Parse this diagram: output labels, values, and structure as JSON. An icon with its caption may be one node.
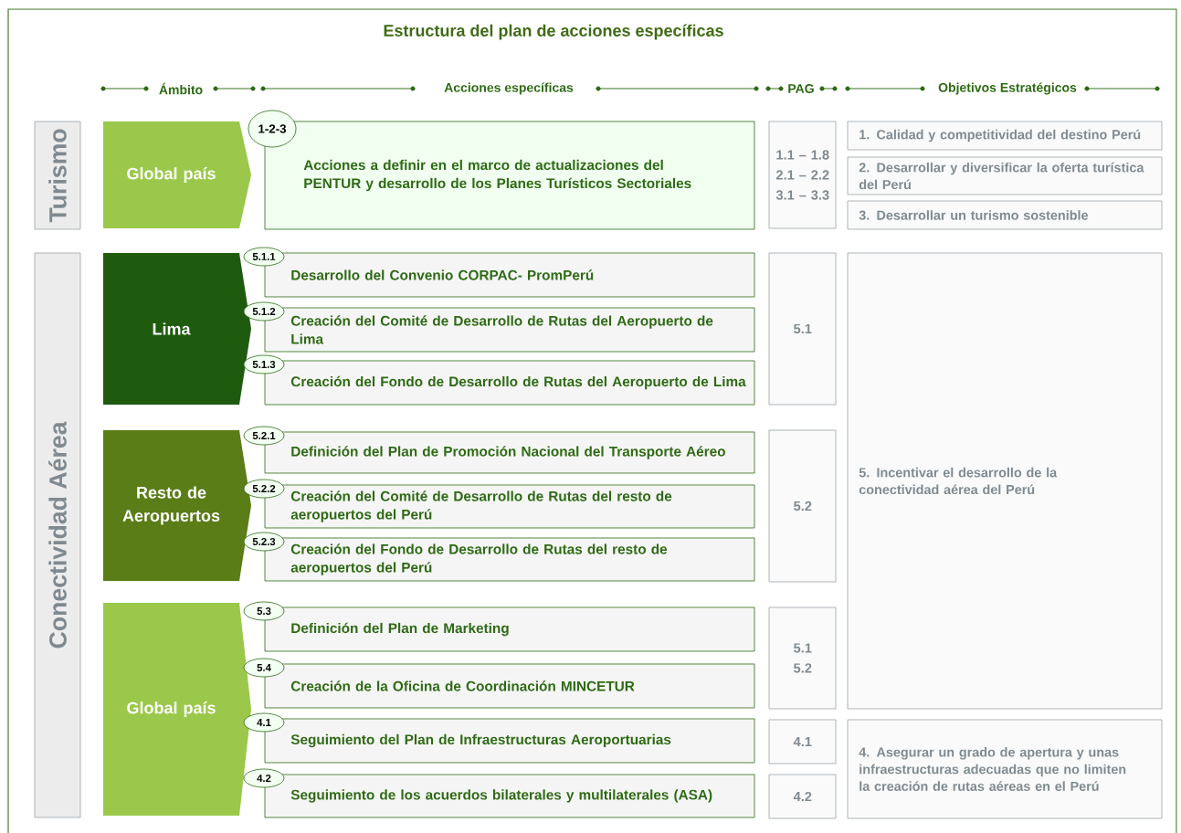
{
  "diagram": {
    "title": "Estructura del plan de acciones específicas",
    "nodes": [
      {
        "text": [
          "Turismo"
        ]
      },
      {
        "text": [
          "Global país"
        ]
      },
      {
        "text": [
          "1-2-3"
        ]
      },
      {
        "text": [
          "Acciones a definir en el marco de actualizaciones del PENTUR y desarrollo de los Planes Turísticos Sectoriales"
        ]
      },
      {
        "text": [
          "1.1 – 1.8",
          "2.1 – 2.2",
          "3.1 – 3.3"
        ]
      },
      {
        "text": [
          "1. Calidad y competitividad del destino Perú"
        ]
      },
      {
        "text": [
          "2. Desarrollar y diversificar la oferta turística del Perú"
        ]
      },
      {
        "text": [
          "3. Desarrollar un turismo sostenible"
        ]
      },
      {
        "text": [
          "Conectividad Aérea"
        ]
      },
      {
        "text": [
          "Lima"
        ]
      },
      {
        "text": [
          "5.1.1"
        ]
      },
      {
        "text": [
          "Desarrollo del Convenio CORPAC- PromPerú"
        ]
      },
      {
        "text": [
          "5.1.2"
        ]
      },
      {
        "text": [
          "Creación del Comité de Desarrollo de Rutas del Aeropuerto de Lima"
        ]
      },
      {
        "text": [
          "5.1.3"
        ]
      },
      {
        "text": [
          "Creación del Fondo de Desarrollo de Rutas del Aeropuerto de Lima"
        ]
      },
      {
        "text": [
          "Resto de Aeropuertos"
        ]
      },
      {
        "text": [
          "5.2.1"
        ]
      },
      {
        "text": [
          "Definición del Plan de Promoción Nacional del Transporte Aéreo"
        ]
      },
      {
        "text": [
          "5.2.2"
        ]
      },
      {
        "text": [
          "Creación del Comité de Desarrollo de Rutas del resto de aeropuertos del Perú"
        ]
      },
      {
        "text": [
          "5.2.3"
        ]
      },
      {
        "text": [
          "Creación del Fondo de Desarrollo de Rutas del resto de aeropuertos del Perú"
        ]
      },
      {
        "text": [
          "Global país"
        ]
      },
      {
        "text": [
          "5.3"
        ]
      },
      {
        "text": [
          "Definición del Plan de Marketing"
        ]
      },
      {
        "text": [
          "5.4"
        ]
      },
      {
        "text": [
          "Creación de la Oficina de Coordinación MINCETUR"
        ]
      },
      {
        "text": [
          "4.1"
        ]
      },
      {
        "text": [
          "Seguimiento del Plan de Infraestructuras Aeroportuarias"
        ]
      },
      {
        "text": [
          "4.2"
        ]
      },
      {
        "text": [
          "Seguimiento de los acuerdos bilaterales y multilaterales (ASA)"
        ]
      },
      {
        "text": [
          "5.1"
        ]
      },
      {
        "text": [
          "5.2"
        ]
      },
      {
        "text": [
          "5.1",
          "5.2"
        ]
      },
      {
        "text": [
          "4.1"
        ]
      },
      {
        "text": [
          "4.2"
        ]
      },
      {
        "text": [
          "5. Incentivar el desarrollo de la conectividad aérea del Perú"
        ]
      },
      {
        "text": [
          "4. Asegurar un grado de apertura y unas infraestructuras adecuadas que no limiten la creación de rutas aéreas en el Perú"
        ]
      }
    ],
    "labels": [
      "Ámbito",
      "Acciones específicas",
      "PAG",
      "Objetivos Estratégicos"
    ]
  }
}
